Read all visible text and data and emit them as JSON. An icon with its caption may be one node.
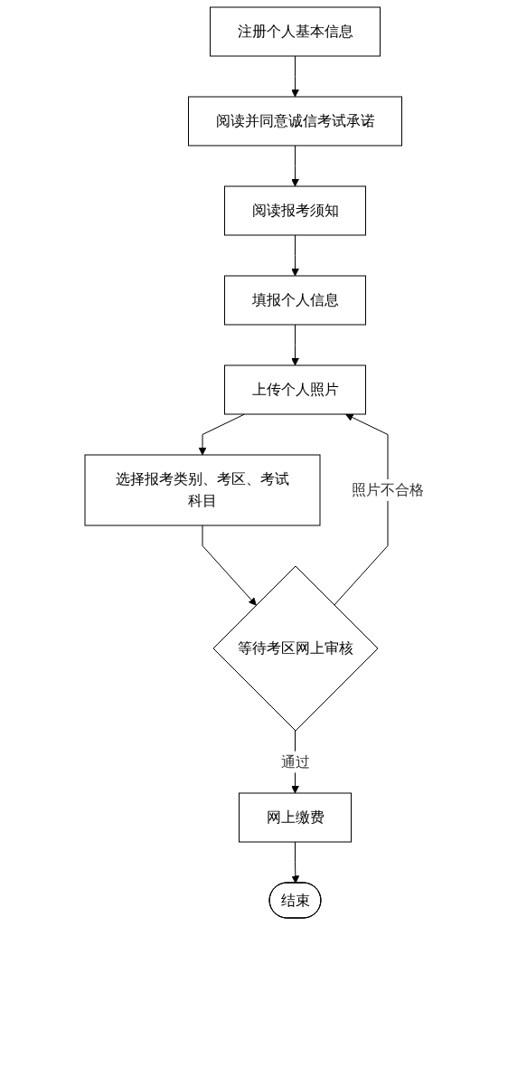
{
  "diagram": {
    "nodes": [
      {
        "text": [
          "注册个人基本信息"
        ]
      },
      {
        "text": [
          "阅读并同意诚信考试承诺"
        ]
      },
      {
        "text": [
          "阅读报考须知"
        ]
      },
      {
        "text": [
          "填报个人信息"
        ]
      },
      {
        "text": [
          "上传个人照片"
        ]
      },
      {
        "text": [
          "选择报考类别、考区、考试科目"
        ]
      },
      {
        "text": [
          "等待考区网上审核"
        ]
      },
      {
        "text": [
          "网上缴费"
        ]
      },
      {
        "text": [
          "结束"
        ]
      }
    ],
    "edges": [
      {
        "from": 0,
        "to": 1,
        "arrow": "to"
      },
      {
        "from": 1,
        "to": 2,
        "arrow": "to"
      },
      {
        "from": 2,
        "to": 3,
        "arrow": "to"
      },
      {
        "from": 3,
        "to": 4,
        "arrow": "to"
      },
      {
        "from": 4,
        "to": 5,
        "arrow": "to"
      },
      {
        "from": 5,
        "to": 6,
        "arrow": "to"
      },
      {
        "from": 6,
        "to": 4,
        "arrow": "to",
        "label": "照片不合格"
      },
      {
        "from": 6,
        "to": 7,
        "arrow": "to",
        "label": "通过"
      },
      {
        "from": 7,
        "to": 8,
        "arrow": "to"
      }
    ]
  }
}
